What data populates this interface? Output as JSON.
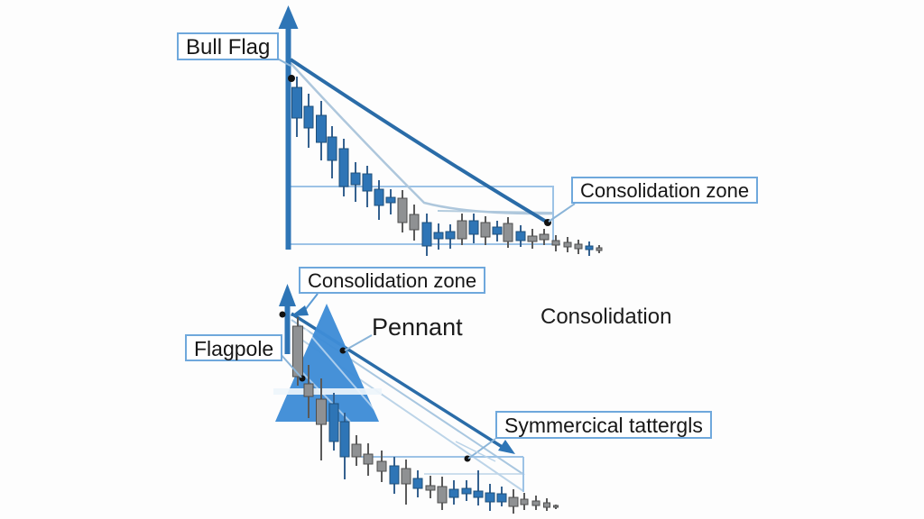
{
  "labels": {
    "bull_flag": "Bull Flag",
    "consolidation_zone_top": "Consolidation zone",
    "consolidation_zone_mid": "Consolidation zone",
    "pennant": "Pennant",
    "consolidation": "Consolidation",
    "flagpole": "Flagpole",
    "symmetrical_triangles": "Symmercical tattergls"
  },
  "colors": {
    "axis_blue": "#2e75b6",
    "trend_dark": "#2a6ca8",
    "trend_light": "#a9c7e0",
    "zone_border": "#9dc3e6",
    "box_border": "#6fa8dc",
    "connector": "#8ab4d8",
    "pennant_fill": "#3e8dd6",
    "candle_blue": "#2e75b6",
    "candle_blue_border": "#1f4e79",
    "candle_blue_wick": "#35618f",
    "candle_gray": "#8f9193",
    "candle_gray_border": "#4d4d4d",
    "candle_gray_wick": "#5a5a5a",
    "dot": "#111111",
    "text": "#1a1a1a"
  },
  "charts": {
    "candle_format": [
      "center_x",
      "high",
      "body_top",
      "body_bottom",
      "low",
      "color(b=blue,g=gray)",
      "optional_width"
    ],
    "bull_flag": {
      "type": "candlestick",
      "candles": [
        [
          329,
          85,
          97,
          131,
          152,
          "b",
          11
        ],
        [
          342,
          104,
          118,
          142,
          164,
          "b"
        ],
        [
          356,
          112,
          128,
          158,
          178,
          "b",
          11
        ],
        [
          368,
          140,
          152,
          178,
          198,
          "b"
        ],
        [
          381,
          154,
          165,
          207,
          218,
          "b"
        ],
        [
          394,
          180,
          192,
          205,
          224,
          "b"
        ],
        [
          407,
          184,
          193,
          212,
          230,
          "b"
        ],
        [
          420,
          200,
          210,
          228,
          244,
          "b"
        ],
        [
          433,
          210,
          219,
          225,
          238,
          "b"
        ],
        [
          446,
          211,
          220,
          247,
          258,
          "g"
        ],
        [
          459,
          227,
          238,
          255,
          267,
          "g"
        ],
        [
          473,
          237,
          247,
          273,
          284,
          "b"
        ],
        [
          486,
          248,
          258,
          265,
          277,
          "b"
        ],
        [
          499,
          249,
          257,
          265,
          276,
          "b"
        ],
        [
          512,
          237,
          245,
          265,
          272,
          "g"
        ],
        [
          525,
          237,
          245,
          260,
          270,
          "b"
        ],
        [
          538,
          240,
          247,
          263,
          272,
          "g"
        ],
        [
          551,
          245,
          252,
          260,
          268,
          "b"
        ],
        [
          563,
          241,
          248,
          268,
          275,
          "g"
        ],
        [
          577,
          250,
          257,
          267,
          274,
          "b"
        ],
        [
          590,
          254,
          262,
          268,
          276,
          "g"
        ],
        [
          603,
          254,
          260,
          266,
          272,
          "g"
        ],
        [
          616,
          261,
          267,
          272,
          279,
          "g",
          8
        ],
        [
          629,
          263,
          269,
          274,
          280,
          "g",
          8
        ],
        [
          641,
          266,
          271,
          276,
          282,
          "g",
          8
        ],
        [
          653,
          268,
          273,
          277,
          284,
          "b",
          8
        ],
        [
          664,
          272,
          275,
          278,
          281,
          "g",
          6
        ]
      ]
    },
    "pennant": {
      "type": "candlestick",
      "candles": [
        [
          330,
          352,
          362,
          418,
          428,
          "g",
          11
        ],
        [
          342,
          405,
          426,
          440,
          464,
          "g"
        ],
        [
          356,
          420,
          443,
          471,
          511,
          "g",
          11
        ],
        [
          370,
          436,
          448,
          490,
          500,
          "b"
        ],
        [
          382,
          458,
          468,
          507,
          532,
          "b"
        ],
        [
          395,
          483,
          493,
          507,
          517,
          "g"
        ],
        [
          408,
          492,
          504,
          515,
          528,
          "g"
        ],
        [
          423,
          500,
          512,
          523,
          535,
          "g"
        ],
        [
          437,
          507,
          517,
          537,
          548,
          "b"
        ],
        [
          450,
          510,
          520,
          537,
          560,
          "g"
        ],
        [
          463,
          522,
          531,
          542,
          552,
          "b"
        ],
        [
          477,
          528,
          539,
          544,
          553,
          "g"
        ],
        [
          490,
          529,
          540,
          558,
          566,
          "g"
        ],
        [
          503,
          533,
          543,
          552,
          560,
          "b"
        ],
        [
          517,
          533,
          542,
          548,
          556,
          "b"
        ],
        [
          530,
          522,
          545,
          552,
          561,
          "b"
        ],
        [
          543,
          537,
          547,
          557,
          567,
          "b"
        ],
        [
          556,
          540,
          548,
          557,
          562,
          "b"
        ],
        [
          569,
          543,
          552,
          562,
          570,
          "g"
        ],
        [
          581,
          547,
          554,
          560,
          566,
          "g",
          8
        ],
        [
          594,
          550,
          556,
          561,
          566,
          "g",
          8
        ],
        [
          606,
          553,
          558,
          563,
          567,
          "g",
          7
        ],
        [
          616,
          560,
          561,
          563,
          565,
          "g",
          5
        ]
      ]
    }
  }
}
